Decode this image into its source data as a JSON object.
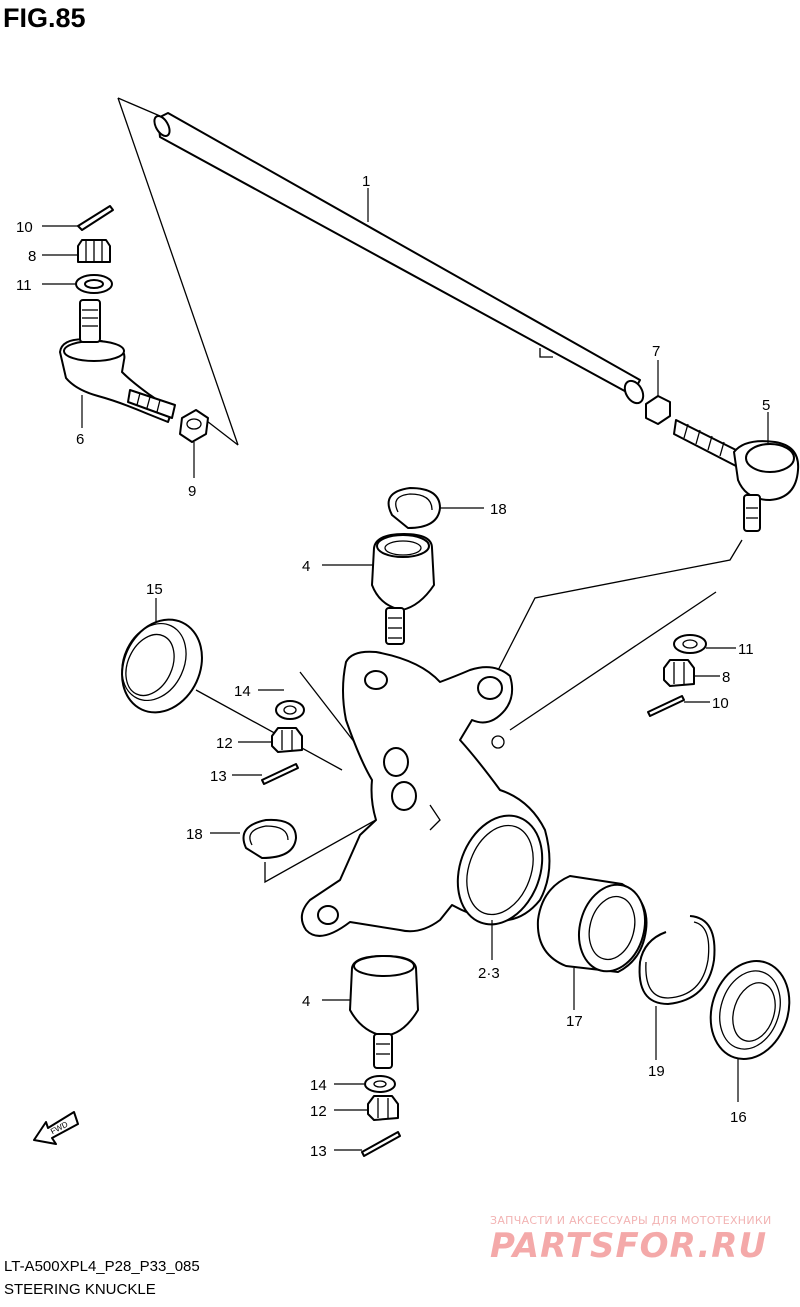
{
  "figure": {
    "title": "FIG.85"
  },
  "callouts": [
    {
      "id": "p1",
      "label": "1"
    },
    {
      "id": "p2-3",
      "label": "2·3"
    },
    {
      "id": "p4a",
      "label": "4"
    },
    {
      "id": "p4b",
      "label": "4"
    },
    {
      "id": "p5",
      "label": "5"
    },
    {
      "id": "p6",
      "label": "6"
    },
    {
      "id": "p7",
      "label": "7"
    },
    {
      "id": "p8a",
      "label": "8"
    },
    {
      "id": "p8b",
      "label": "8"
    },
    {
      "id": "p9",
      "label": "9"
    },
    {
      "id": "p10a",
      "label": "10"
    },
    {
      "id": "p10b",
      "label": "10"
    },
    {
      "id": "p11a",
      "label": "11"
    },
    {
      "id": "p11b",
      "label": "11"
    },
    {
      "id": "p12a",
      "label": "12"
    },
    {
      "id": "p12b",
      "label": "12"
    },
    {
      "id": "p13a",
      "label": "13"
    },
    {
      "id": "p13b",
      "label": "13"
    },
    {
      "id": "p14a",
      "label": "14"
    },
    {
      "id": "p14b",
      "label": "14"
    },
    {
      "id": "p15",
      "label": "15"
    },
    {
      "id": "p16",
      "label": "16"
    },
    {
      "id": "p17",
      "label": "17"
    },
    {
      "id": "p18a",
      "label": "18"
    },
    {
      "id": "p18b",
      "label": "18"
    },
    {
      "id": "p19",
      "label": "19"
    }
  ],
  "direction_marker": {
    "label": "FWD"
  },
  "footer": {
    "model_code": "LT-A500XPL4_P28_P33_085",
    "section_name": "STEERING KNUCKLE"
  },
  "watermark": {
    "tagline": "ЗАПЧАСТИ И АКСЕССУАРЫ ДЛЯ МОТОТЕХНИКИ",
    "logo": "PARTSFOR.RU"
  }
}
